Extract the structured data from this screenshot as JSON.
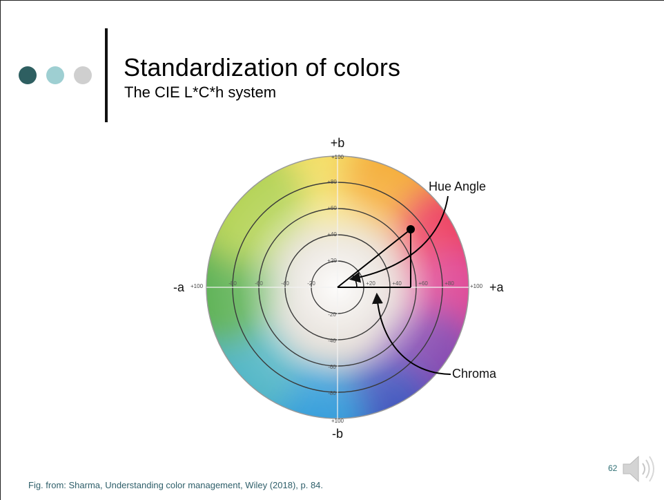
{
  "slide": {
    "title": "Standardization of colors",
    "subtitle": "The CIE L*C*h system",
    "footer": "Fig. from: Sharma, Understanding color management, Wiley (2018), p. 84.",
    "page_number": "62"
  },
  "bullets": {
    "colors": [
      "#2e5f61",
      "#9ecfd2",
      "#cfcfcf"
    ]
  },
  "diagram": {
    "axis_labels": {
      "pos_b": "+b",
      "neg_b": "-b",
      "neg_a": "-a",
      "pos_a": "+a"
    },
    "end_ticks": {
      "top": "+100",
      "bottom": "+100",
      "left": "+100",
      "right": "+100"
    },
    "b_ticks": [
      "+80",
      "+60",
      "+40",
      "+20",
      "-20",
      "-40",
      "-60",
      "-80"
    ],
    "a_ticks": [
      "-80",
      "-60",
      "-40",
      "-20",
      "+20",
      "+40",
      "+60",
      "+80"
    ],
    "annotations": {
      "hue_angle": "Hue Angle",
      "chroma": "Chroma"
    }
  },
  "icons": {
    "speaker": "speaker-icon"
  }
}
